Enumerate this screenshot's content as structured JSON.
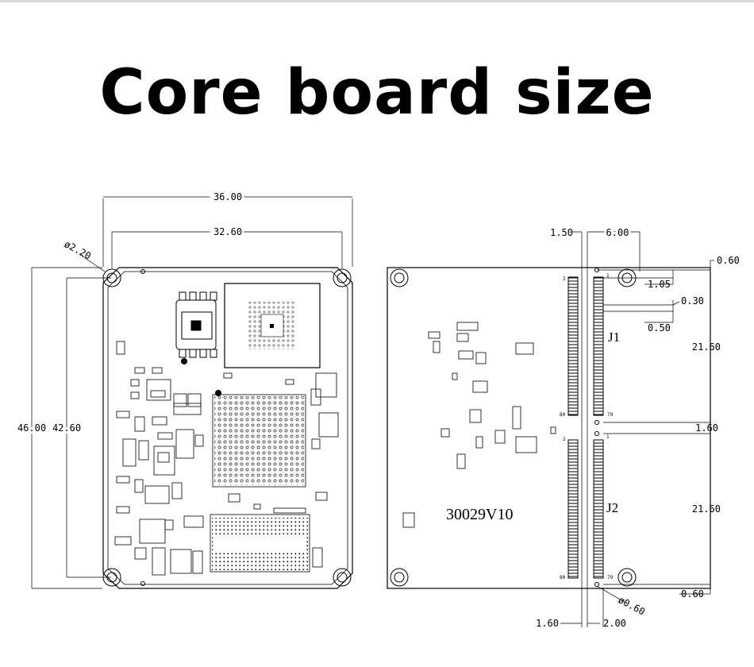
{
  "title": "Core board size",
  "front": {
    "width_outer": "36.00",
    "width_holes": "32.60",
    "hole_dia": "ø2.20",
    "height_outer": "46.00",
    "height_holes": "42.60"
  },
  "back": {
    "pin_offset": "1.50",
    "connector_width": "6.00",
    "dim_0_60_top": "0.60",
    "dim_1_05": "1.05",
    "dim_0_30": "0.30",
    "dim_0_50": "0.50",
    "j1_length": "21.60",
    "gap": "1.60",
    "j2_length": "21.60",
    "dim_0_60_bottom": "0.60",
    "pad_dia": "ø0.60",
    "bottom_left": "1.60",
    "bottom_right": "2.00",
    "j1_label": "J1",
    "j2_label": "J2",
    "board_id": "30029V10",
    "pin_1": "1",
    "pin_2": "2",
    "pin_79": "79",
    "pin_80": "80"
  }
}
